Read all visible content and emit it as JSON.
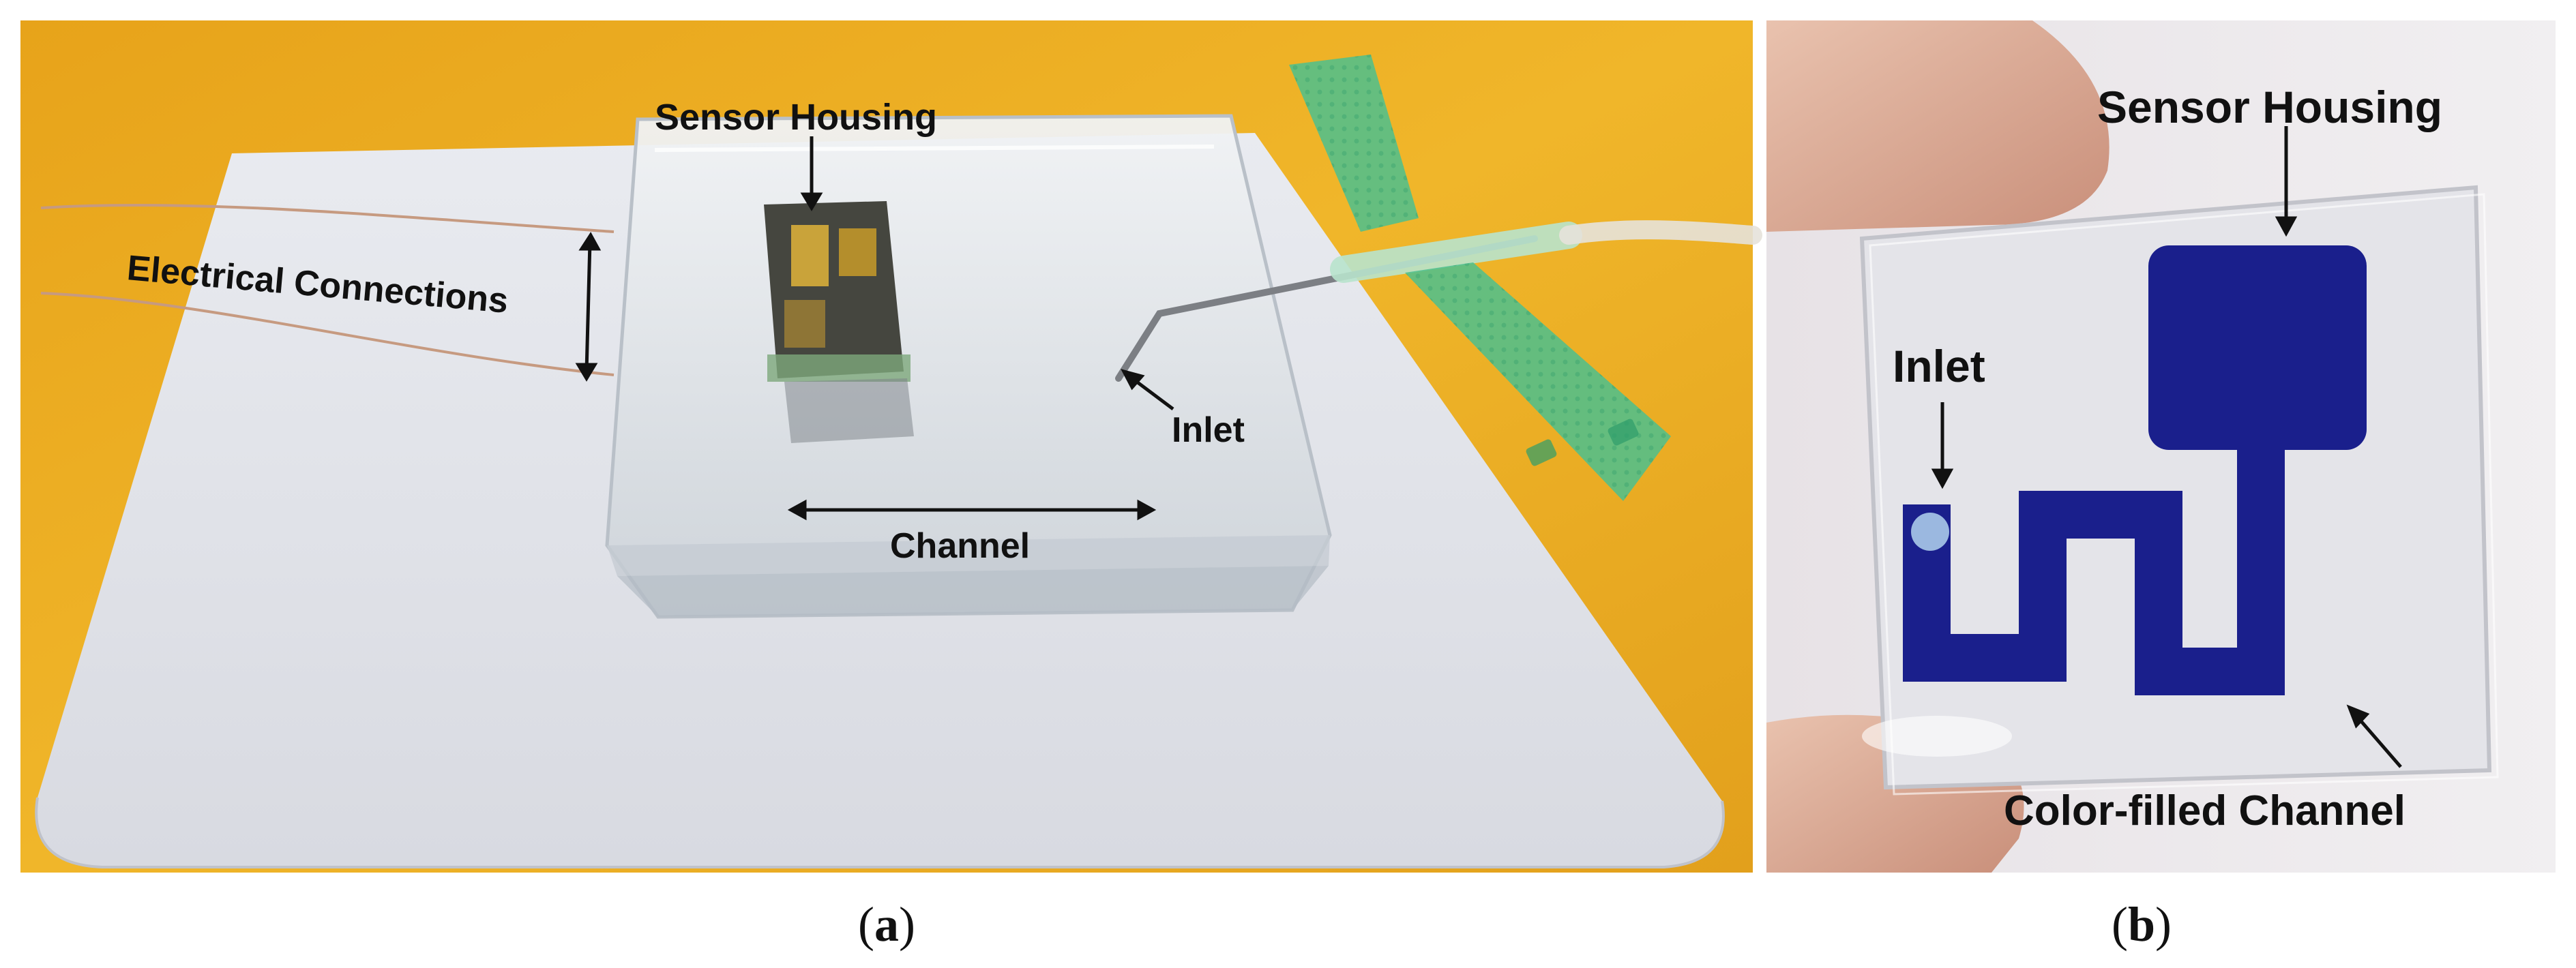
{
  "panel_a": {
    "caption_open": "(",
    "caption_letter": "a",
    "caption_close": ")",
    "labels": {
      "sensor_housing": "Sensor Housing",
      "electrical_connections": "Electrical Connections",
      "inlet": "Inlet",
      "channel": "Channel"
    }
  },
  "panel_b": {
    "caption_open": "(",
    "caption_letter": "b",
    "caption_close": ")",
    "labels": {
      "sensor_housing": "Sensor Housing",
      "inlet": "Inlet",
      "channel": "Color-filled Channel"
    }
  },
  "colors": {
    "background_a": "#E9A91C",
    "card": "#E6E7EC",
    "device": "#DCE1E6",
    "needle_wings": "#4CC08E",
    "dye": "#1A1F8C",
    "background_b": "#EDE9EC",
    "finger": "#E3B7A2"
  }
}
